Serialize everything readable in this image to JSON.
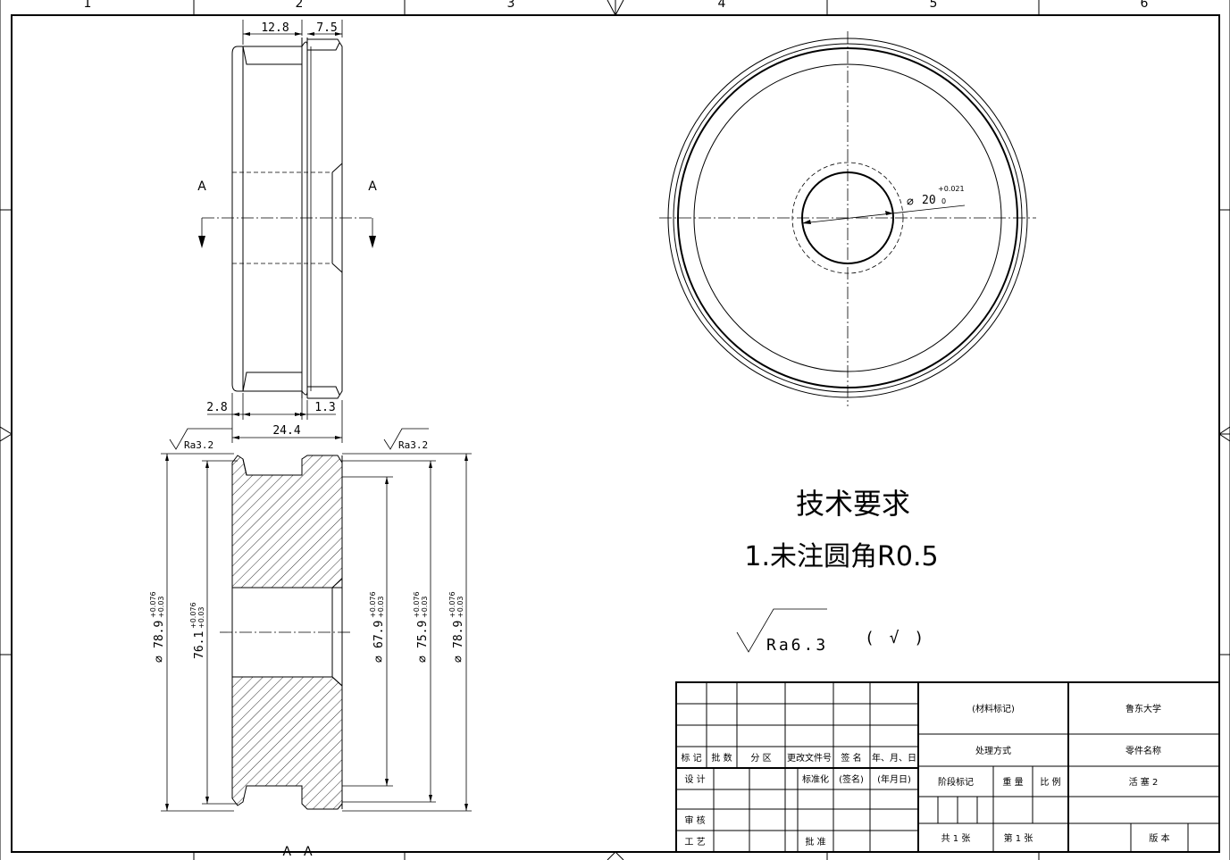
{
  "border": {
    "zone_numbers": [
      "1",
      "2",
      "3",
      "4",
      "5",
      "6"
    ]
  },
  "views": {
    "section_label_left": "A",
    "section_label_right": "A",
    "section_title": "A - A"
  },
  "dimensions": {
    "d_12_8": "12.8",
    "d_7_5": "7.5",
    "d_2_8": "2.8",
    "d_1_3": "1.3",
    "d_24_4": "24.4",
    "bore": "20",
    "bore_tol_upper": "+0.021",
    "bore_tol_lower": "0",
    "dia_outer_left": "78.9",
    "dia_76_1": "76.1",
    "dia_67_9": "67.9",
    "dia_75_9": "75.9",
    "dia_outer_right": "78.9",
    "tol_upper": "+0.076",
    "tol_lower": "+0.03",
    "diameter_symbol": "∅"
  },
  "roughness": {
    "left": "Ra3.2",
    "right": "Ra3.2",
    "general": "Ra6.3",
    "general_paren": "( √ )"
  },
  "technical_requirements": {
    "title": "技术要求",
    "item_1": "1.未注圆角R0.5"
  },
  "title_block": {
    "col_mark": "标 记",
    "col_count": "批 数",
    "col_zone": "分 区",
    "col_docno": "更改文件号",
    "col_sign": "签 名",
    "col_date": "年、月、日",
    "design": "设 计",
    "standardize": "标准化",
    "signed": "(签名)",
    "date_fmt": "(年月日)",
    "review": "审 核",
    "process": "工 艺",
    "approve": "批 准",
    "material": "(材料标记)",
    "university": "鲁东大学",
    "treatment": "处理方式",
    "part_name_label": "零件名称",
    "stage_mark": "阶段标记",
    "weight": "重 量",
    "scale": "比 例",
    "part_name": "活 塞 2",
    "sheets_total": "共 1 张",
    "sheet_no": "第 1 张",
    "version": "版  本"
  }
}
